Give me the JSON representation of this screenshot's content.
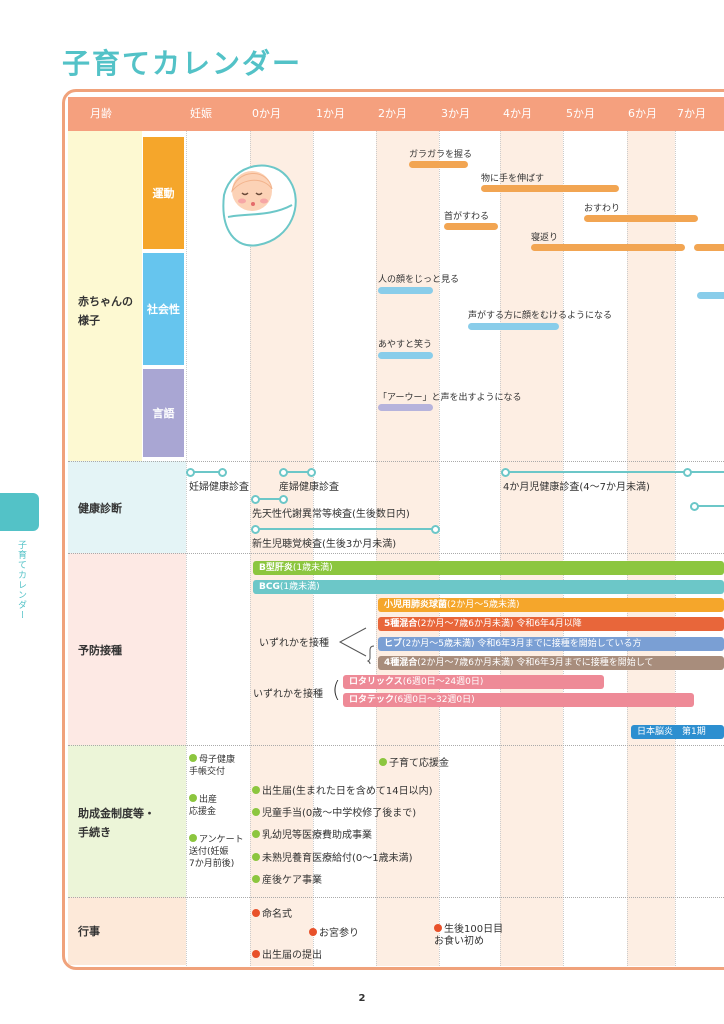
{
  "title": "子育てカレンダー",
  "side_label": "子育てカレンダー",
  "page_number": "2",
  "header": [
    "月齢",
    "妊娠",
    "0か月",
    "1か月",
    "2か月",
    "3か月",
    "4か月",
    "5か月",
    "6か月",
    "7か月"
  ],
  "sections": {
    "baby": "赤ちゃんの\n様子",
    "checkup": "健康診断",
    "vaccine": "予防接種",
    "support": "助成金制度等・\n手続き",
    "events": "行事"
  },
  "categories": {
    "motor": "運動",
    "social": "社会性",
    "language": "言語"
  },
  "motor": [
    "ガラガラを握る",
    "物に手を伸ばす",
    "おすわり",
    "首がすわる",
    "寝返り"
  ],
  "social": [
    "人の顔をじっと見る",
    "声がする方に顔をむけるようになる",
    "あやすと笑う"
  ],
  "language": [
    "「アーウー」と声を出すようになる"
  ],
  "checkups": [
    "妊婦健康診査",
    "産婦健康診査",
    "4か月児健康診査(4〜7か月未満)",
    "先天性代謝異常等検査(生後数日内)",
    "新生児聴覚検査(生後3か月未満)"
  ],
  "vaccines": {
    "hepb": [
      "B型肝炎",
      "(1歳未満)"
    ],
    "bcg": [
      "BCG",
      "(1歳未満)"
    ],
    "pneumo": [
      "小児用肺炎球菌",
      "(2か月〜5歳未満)"
    ],
    "mix5": [
      "5種混合",
      "(2か月〜7歳6か月未満) 令和6年4月以降"
    ],
    "hib": [
      "ヒブ",
      "(2か月〜5歳未満) 令和6年3月までに接種を開始している方"
    ],
    "mix4": [
      "4種混合",
      "(2か月〜7歳6か月未満) 令和6年3月までに接種を開始して"
    ],
    "rotarix": [
      "ロタリックス",
      "(6週0日〜24週0日)"
    ],
    "rotateq": [
      "ロタテック",
      "(6週0日〜32週0日)"
    ],
    "je": "日本脳炎　第1期",
    "either1": "いずれかを接種",
    "either2": "いずれかを接種"
  },
  "support": {
    "pregnancy": [
      "母子健康\n手帳交付",
      "出産\n応援金",
      "アンケート\n送付(妊娠\n7か月前後)"
    ],
    "child_support": "子育て応援金",
    "birth": [
      "出生届(生まれた日を含めて14日以内)",
      "児童手当(0歳〜中学校修了後まで)",
      "乳幼児等医療費助成事業",
      "未熟児養育医療給付(0〜1歳未満)",
      "産後ケア事業"
    ]
  },
  "events": [
    "命名式",
    "お宮参り",
    "生後100日目\nお食い初め",
    "出生届の提出"
  ],
  "colors": {
    "teal": "#53c2c7",
    "salmon": "#f5a07e",
    "orange": "#f2a552",
    "blue": "#89cdea",
    "lavender": "#b6b3dc",
    "green": "#8cc63f",
    "event_red": "#e8512a"
  }
}
